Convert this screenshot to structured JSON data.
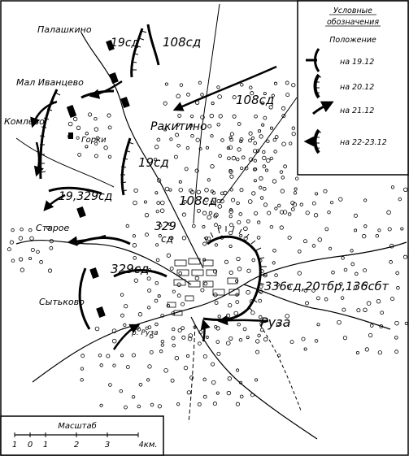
{
  "legend": {
    "title_line1": "Условные",
    "title_line2": "обозначения",
    "subtitle": "Положение",
    "items": [
      {
        "label": "на 19.12"
      },
      {
        "label": "на 20.12"
      },
      {
        "label": "на 21.12"
      },
      {
        "label": "на 22-23.12"
      }
    ]
  },
  "scale": {
    "title": "Масштаб",
    "ticks": [
      "1",
      "0",
      "1",
      "2",
      "3",
      "4км."
    ]
  },
  "places": {
    "polashkino": "Палашкино",
    "mal_ivantsevo": "Мал Иванцево",
    "komlevo": "Комлево",
    "gorki": "Горки",
    "rakitino": "Ракитино",
    "staroe": "Старое",
    "sytkovo": "Сытьково",
    "ruza": "Руза",
    "river_ruza": "р. Руза"
  },
  "units": {
    "u19sd_north": "19сд",
    "u108sd_north": "108сд",
    "u108sd_ne": "108сд",
    "u19sd_center": "19сд",
    "u19_329sd": "19,329сд",
    "u108sd_center": "108сд",
    "u329sd_a_1": "329",
    "u329sd_a_2": "сд",
    "u329sd_b": "329сд",
    "u336sd": "336сд,20тбр,136сбт"
  }
}
